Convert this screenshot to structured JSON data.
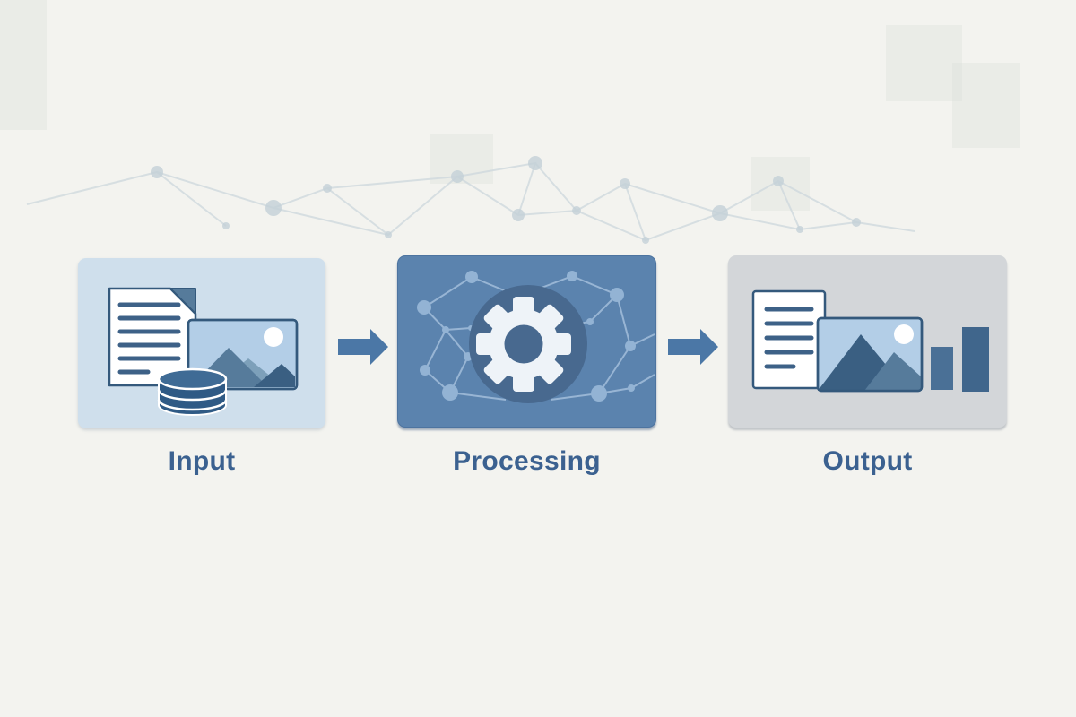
{
  "diagram": {
    "type": "flow",
    "direction": "left-to-right",
    "steps": [
      {
        "id": "input",
        "label": "Input",
        "icons": [
          "document-icon",
          "image-icon",
          "database-icon"
        ]
      },
      {
        "id": "processing",
        "label": "Processing",
        "icons": [
          "gear-icon",
          "network-graph-icon"
        ]
      },
      {
        "id": "output",
        "label": "Output",
        "icons": [
          "document-icon",
          "image-icon",
          "bar-chart-icon"
        ]
      }
    ],
    "connectors": [
      {
        "from": "input",
        "to": "processing",
        "type": "arrow-right"
      },
      {
        "from": "processing",
        "to": "output",
        "type": "arrow-right"
      }
    ]
  },
  "steps": [
    {
      "label": "Input"
    },
    {
      "label": "Processing"
    },
    {
      "label": "Output"
    }
  ],
  "colors": {
    "page_bg": "#f3f3ef",
    "input_box": "#cfdfec",
    "processing_box": "#5b83ae",
    "processing_circle": "#48698f",
    "output_box": "#d3d6d9",
    "arrow": "#4b77a6",
    "label": "#3b6190",
    "border": "#34597c",
    "ink": "#3d6187",
    "dark_blue": "#2f5a85",
    "sky": "#b3cee7",
    "mountain_dark": "#3a5f82",
    "mountain_mid": "#567b9b",
    "mountain_light": "#7da0ba",
    "gear": "#eef3f8",
    "net_node": "#93b3d4",
    "net_edge": "#a3bedb",
    "bg_net_node": "#c4d1d8",
    "bg_net_edge": "#cbd6dc",
    "white": "#ffffff"
  }
}
